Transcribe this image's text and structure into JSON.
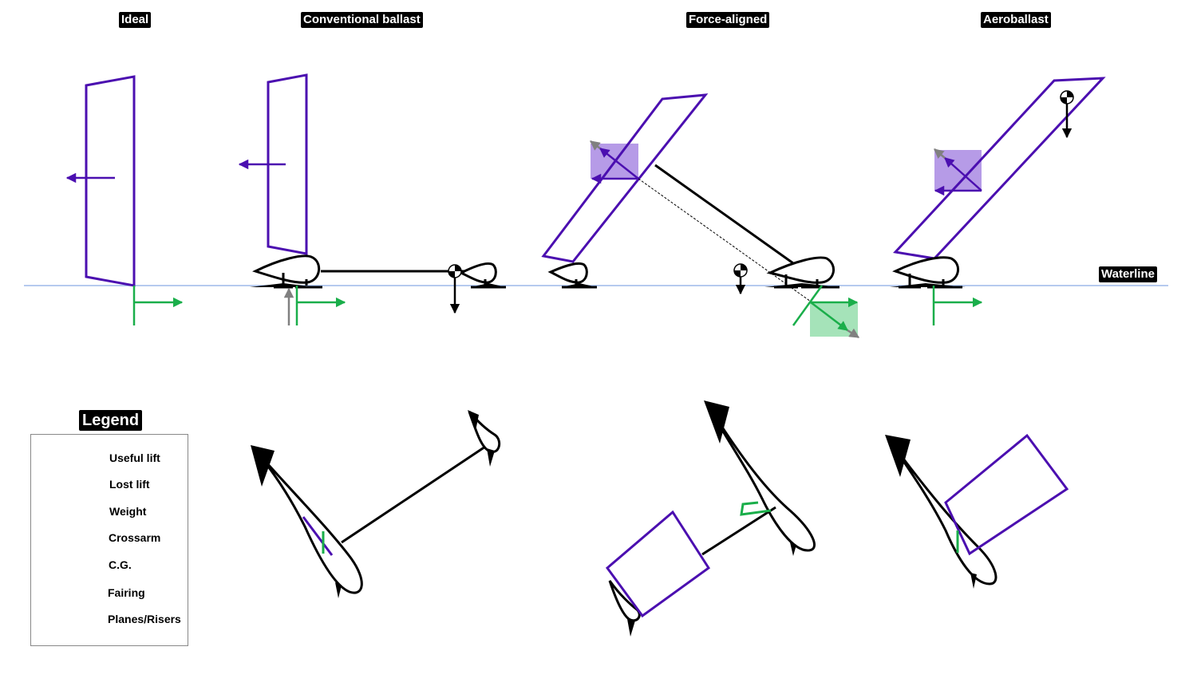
{
  "headings": {
    "ideal": "Ideal",
    "conventional": "Conventional ballast",
    "force_aligned": "Force-aligned",
    "aeroballast": "Aeroballast"
  },
  "waterline_label": "Waterline",
  "legend": {
    "title": "Legend",
    "items": [
      "Useful lift",
      "Lost lift",
      "Weight",
      "Crossarm",
      "C.G.",
      "Fairing",
      "Planes/Risers"
    ]
  },
  "colors": {
    "sail": "#4b0fb0",
    "useful_lift": "#1aae4a",
    "lost_lift": "#808080",
    "waterline": "#9db8ea",
    "sail_force_box": "#a98ae3",
    "hydro_force_box": "#8fdca8"
  }
}
